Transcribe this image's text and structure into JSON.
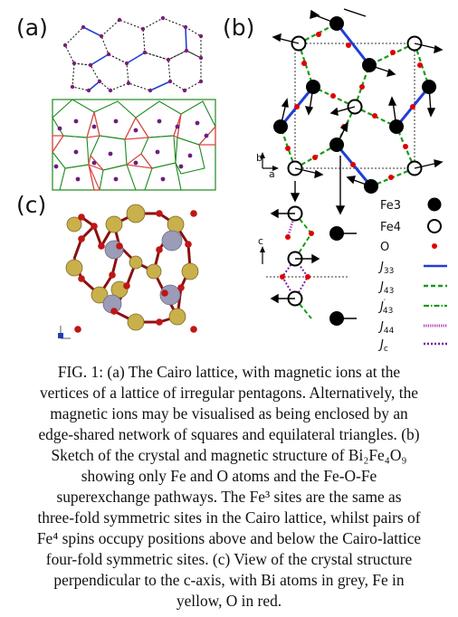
{
  "figure": {
    "panel_labels": {
      "a": "(a)",
      "b": "(b)",
      "c": "(c)"
    },
    "axes": {
      "b_label": "b",
      "a_label": "a",
      "c_label": "c"
    },
    "legend": [
      {
        "label": "Fe3",
        "sub": "",
        "sup": "",
        "kind": "filled-circle"
      },
      {
        "label": "Fe4",
        "sub": "",
        "sup": "",
        "kind": "open-circle"
      },
      {
        "label": "O",
        "sub": "",
        "sup": "",
        "kind": "red-dot"
      },
      {
        "label": "J",
        "sub": "33",
        "sup": "",
        "kind": "solid",
        "color": "#1f3fd6"
      },
      {
        "label": "J",
        "sub": "43",
        "sup": "",
        "kind": "dashed",
        "color": "#1a9a1a"
      },
      {
        "label": "J",
        "sub": "43",
        "sup": "′",
        "kind": "dashdot",
        "color": "#1a9a1a"
      },
      {
        "label": "J",
        "sub": "44",
        "sup": "",
        "kind": "dotted-dense",
        "color": "#b03cb0"
      },
      {
        "label": "J",
        "sub": "c",
        "sup": "",
        "kind": "dotted",
        "color": "#7a1fa0"
      }
    ]
  },
  "caption": {
    "lines": [
      "FIG. 1: (a) The Cairo lattice, with magnetic ions at the",
      "vertices of a lattice of irregular pentagons. Alternatively, the",
      "magnetic ions may be visualised as being enclosed by an",
      "edge-shared network of squares and equilateral triangles. (b)",
      "Sketch of the crystal and magnetic structure of Bi₂Fe₄O₉",
      "showing only Fe and O atoms and the Fe-O-Fe",
      "superexchange pathways. The Fe³ sites are the same as",
      "three-fold symmetric sites in the Cairo lattice, whilst pairs of",
      "Fe⁴ spins occupy positions above and below the Cairo-lattice",
      "four-fold symmetric sites. (c) View of the crystal structure",
      "perpendicular to the c-axis, with Bi atoms in grey, Fe in",
      "yellow, O in red."
    ]
  }
}
